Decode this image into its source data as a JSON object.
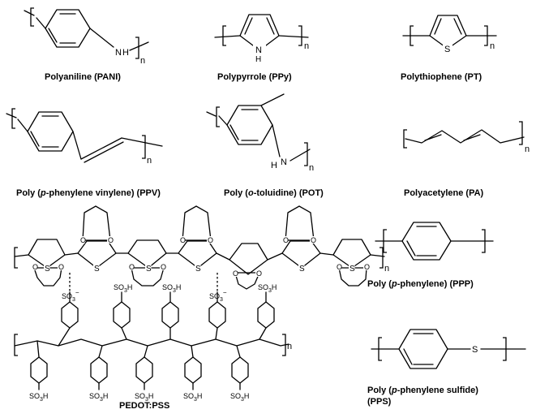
{
  "polymers": [
    {
      "id": "pani",
      "caption": "Polyaniline (PANI)",
      "atoms": [
        "N",
        "H"
      ],
      "subscript": "n"
    },
    {
      "id": "ppy",
      "caption": "Polypyrrole (PPy)",
      "atoms": [
        "N",
        "H"
      ],
      "subscript": "n"
    },
    {
      "id": "pt",
      "caption": "Polythiophene (PT)",
      "atoms": [
        "S"
      ],
      "subscript": "n"
    },
    {
      "id": "ppv",
      "caption_parts": [
        "Poly (",
        "p",
        "-phenylene vinylene) (PPV)"
      ],
      "subscript": "n"
    },
    {
      "id": "pot",
      "caption_parts": [
        "Poly (",
        "o",
        "-toluidine) (POT)"
      ],
      "atoms": [
        "N",
        "H"
      ],
      "subscript": "n"
    },
    {
      "id": "pa",
      "caption": "Polyacetylene (PA)",
      "subscript": "n"
    },
    {
      "id": "pedot",
      "caption": "PEDOT:PSS",
      "subscript": "n",
      "labels": {
        "s": "S",
        "o": "O",
        "so3": "SO",
        "so3h": "SO",
        "three": "3",
        "h": "H",
        "minus": "−"
      }
    },
    {
      "id": "ppp",
      "caption_parts": [
        "Poly (",
        "p",
        "-phenylene) (PPP)"
      ]
    },
    {
      "id": "pps",
      "caption_parts": [
        "Poly (",
        "p",
        "-phenylene sulfide)"
      ],
      "caption_line2": "(PPS)",
      "atoms": [
        "S"
      ]
    }
  ]
}
